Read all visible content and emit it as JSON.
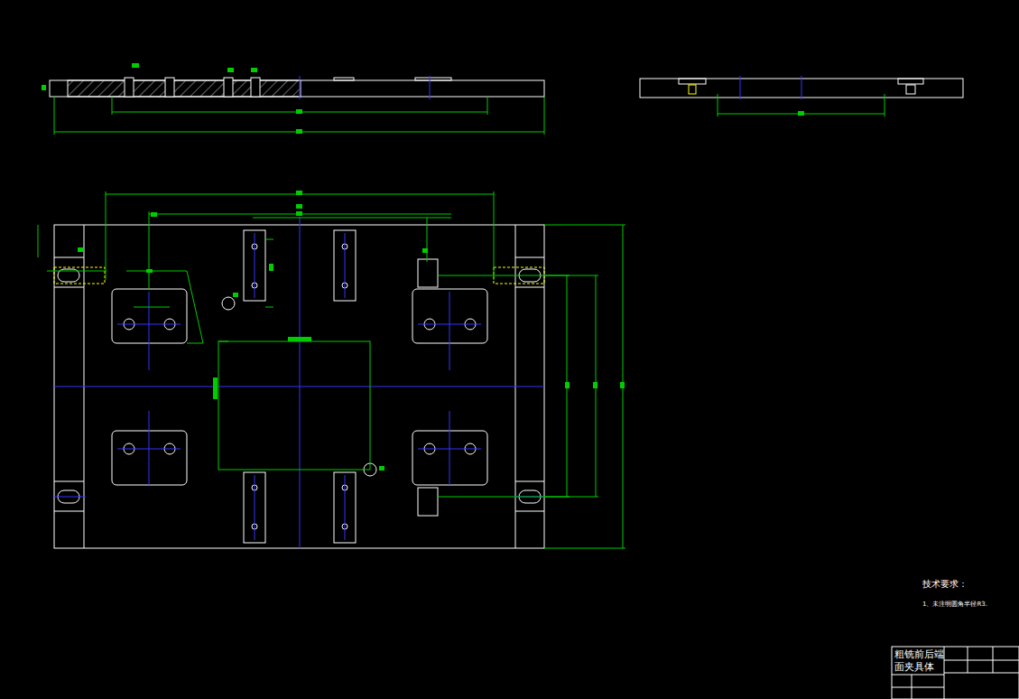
{
  "diagram": {
    "labels": [
      "技术要求：",
      "1、未注明圆角半径R3.",
      "粗铣前后端 面夹具体"
    ]
  }
}
